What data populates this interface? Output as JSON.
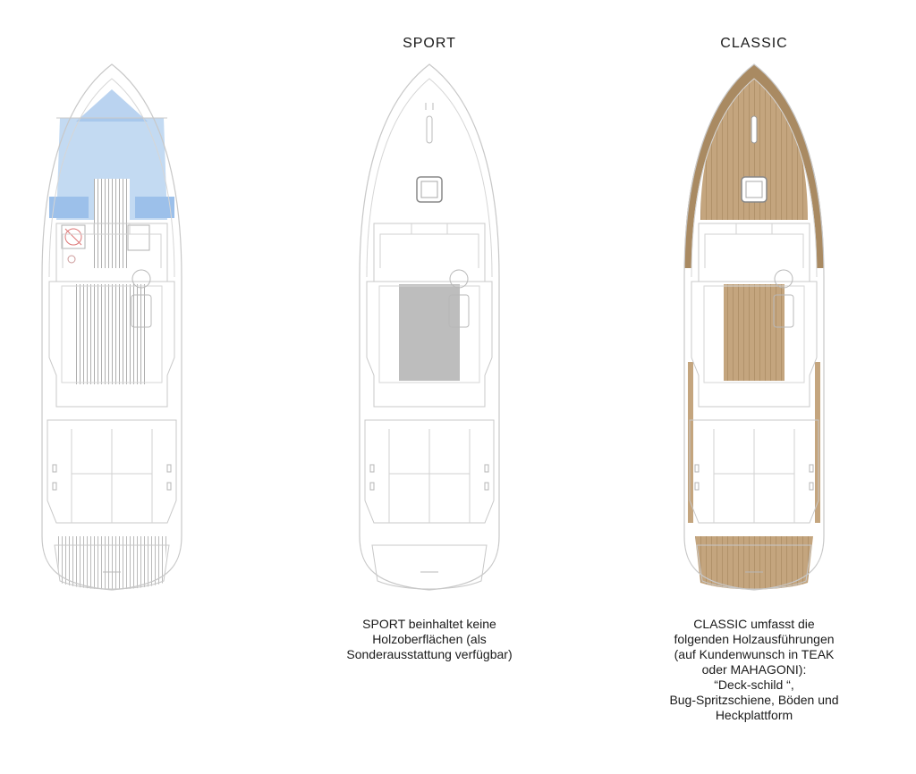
{
  "variants": [
    {
      "key": "base",
      "title": "",
      "caption_lines": []
    },
    {
      "key": "sport",
      "title": "SPORT",
      "caption_lines": [
        "SPORT beinhaltet keine",
        "Holzoberflächen (als",
        "Sonderausstattung verfügbar)"
      ]
    },
    {
      "key": "classic",
      "title": "CLASSIC",
      "caption_lines": [
        "CLASSIC umfasst die",
        "folgenden Holzausführungen",
        "(auf Kundenwunsch in TEAK",
        "oder MAHAGONI):",
        "“Deck-schild “,",
        "Bug-Spritzschiene, Böden und",
        "Heckplattform"
      ]
    }
  ],
  "colors": {
    "outline": "#c8c8c8",
    "blue_area": "#b9d3f0",
    "blue_dark": "#9cc0ea",
    "grey_floor": "#bdbdbd",
    "teak": "#c4a57e",
    "teak_dark": "#a98a62"
  }
}
